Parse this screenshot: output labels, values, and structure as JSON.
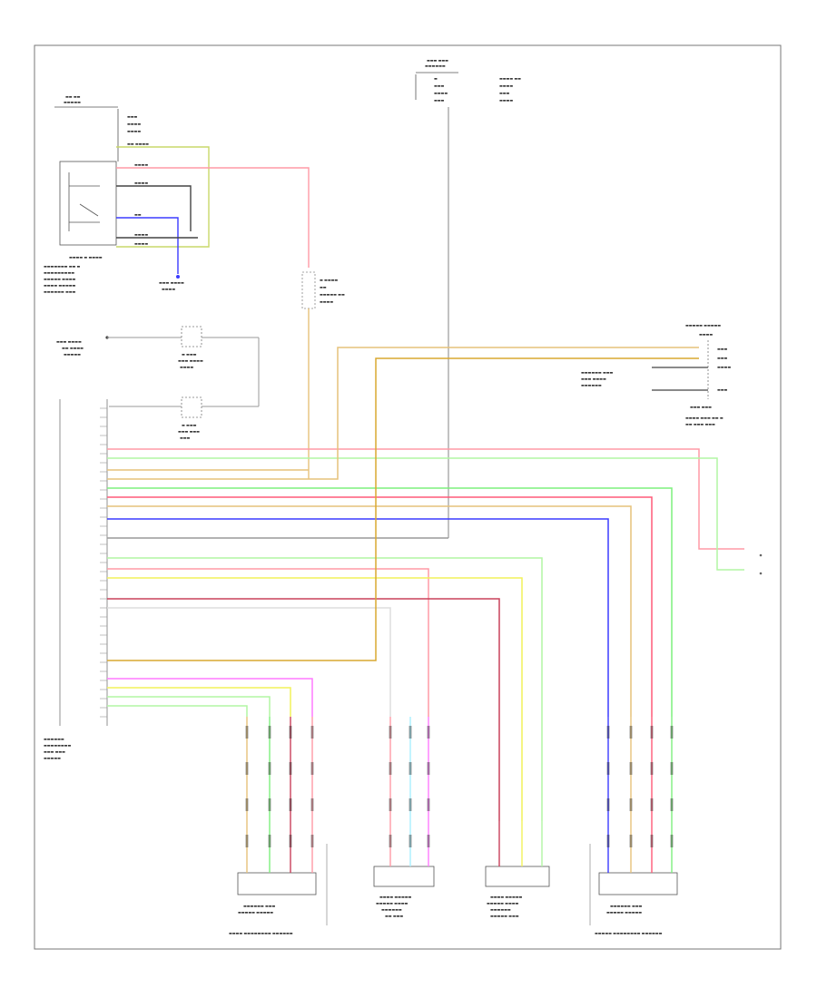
{
  "page": {
    "number": ""
  },
  "components": [
    {
      "id": "headlight-relay",
      "lines": []
    },
    {
      "id": "headlight-sw",
      "lines": []
    },
    {
      "id": "ecm",
      "lines": []
    },
    {
      "id": "ecu-module",
      "lines": []
    },
    {
      "id": "left-sensor",
      "lines": []
    },
    {
      "id": "rear-sensor",
      "lines": []
    },
    {
      "id": "front-sensor",
      "lines": []
    },
    {
      "id": "right-sensor",
      "lines": []
    }
  ],
  "wire_colors": {
    "red": "#ff9aa6",
    "pink_red": "#ff5a78",
    "green": "#7df07d",
    "light_green": "#b2f5a4",
    "yellow_green": "#c9d86a",
    "blue": "#3b3bff",
    "tan": "#e6c27a",
    "orange": "#d9a830",
    "dark_red": "#c9405a",
    "yellow": "#f2f25a",
    "violet": "#ff7aff",
    "gray": "#9a9a9a",
    "black": "#444444"
  }
}
